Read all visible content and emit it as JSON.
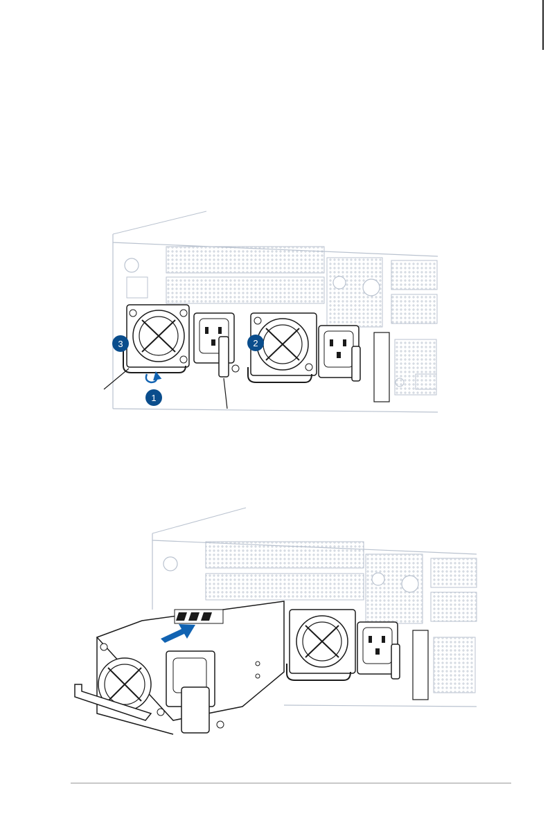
{
  "figure1": {
    "callouts": [
      "1",
      "2",
      "3"
    ]
  },
  "figure2": {},
  "colors": {
    "line": "#b9c2cf",
    "dark": "#1a1a1a",
    "callout": "#0a4d8c",
    "arrow": "#1163b2"
  }
}
